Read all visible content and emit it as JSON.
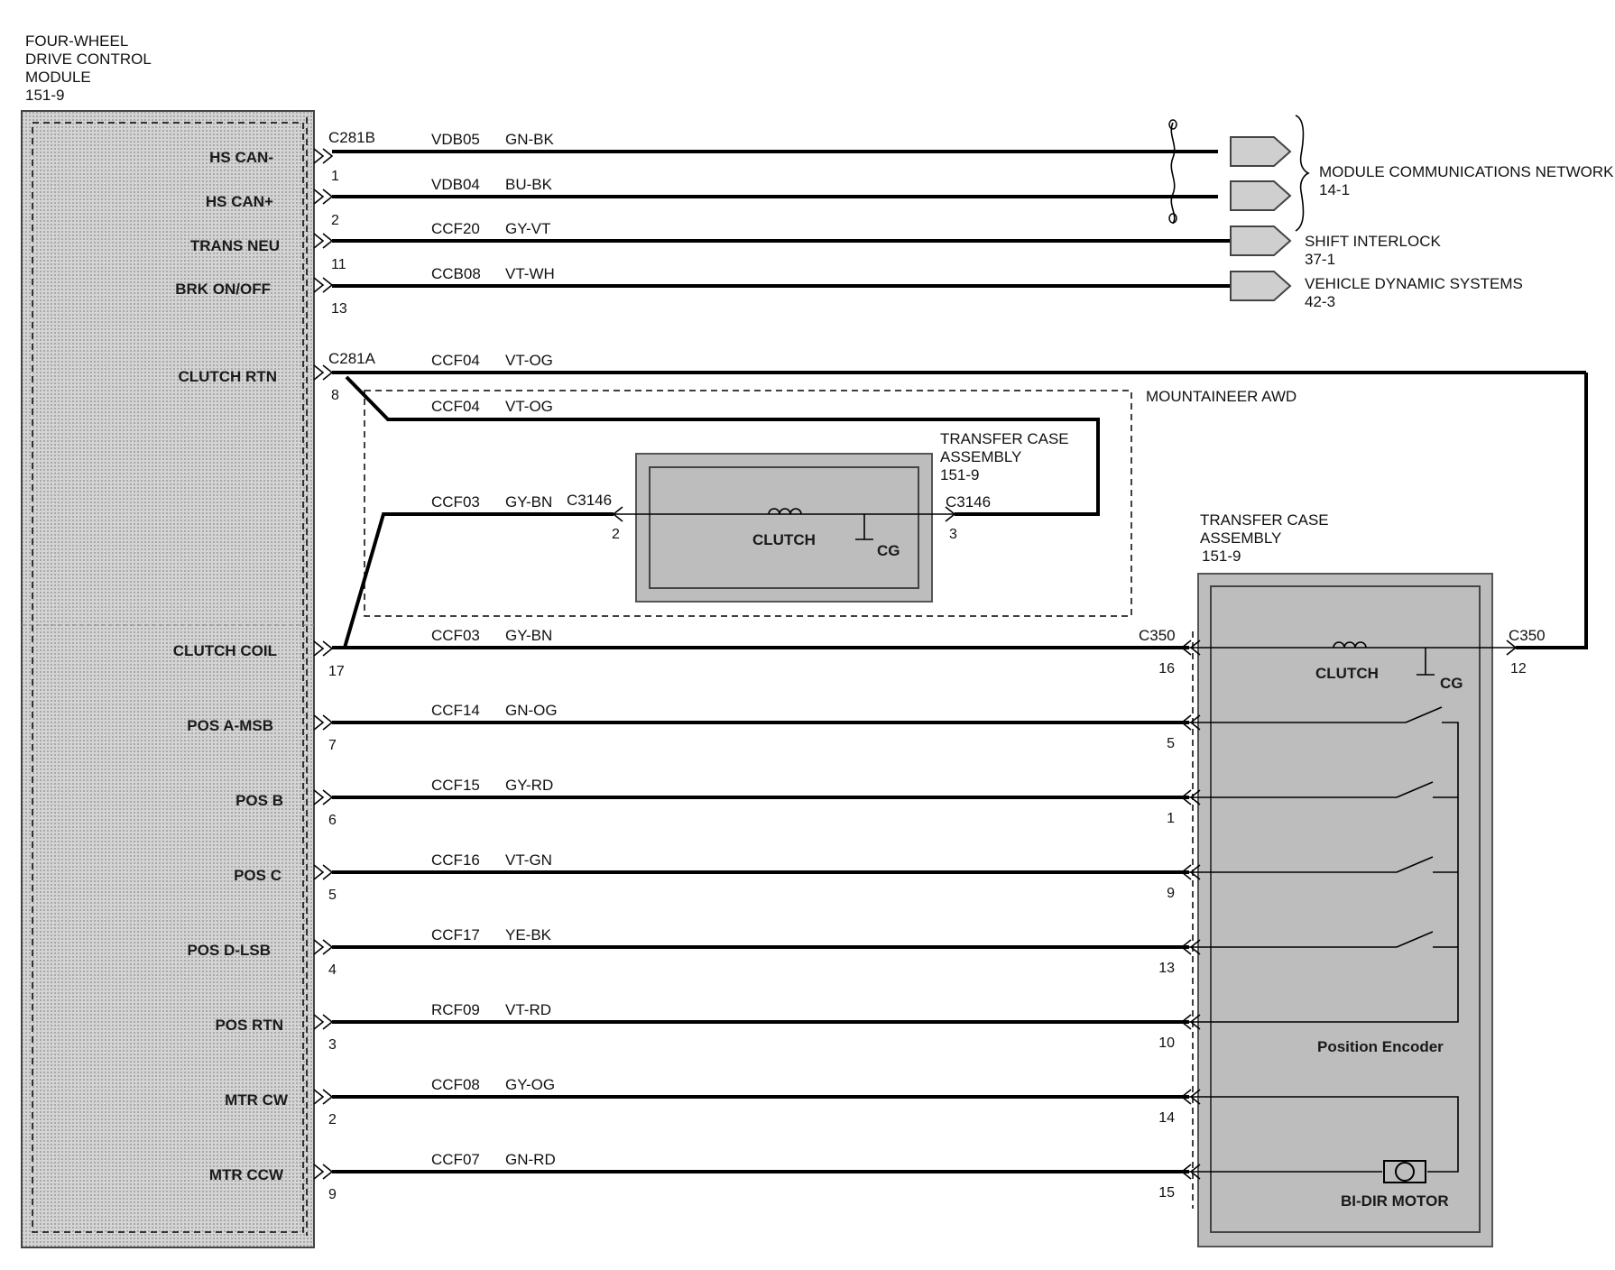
{
  "module": {
    "title_lines": [
      "FOUR-WHEEL",
      "DRIVE CONTROL",
      "MODULE",
      "151-9"
    ],
    "pins": [
      {
        "label": "HS CAN-",
        "pin": "1"
      },
      {
        "label": "HS CAN+",
        "pin": "2"
      },
      {
        "label": "TRANS NEU",
        "pin": "11"
      },
      {
        "label": "BRK ON/OFF",
        "pin": "13"
      },
      {
        "label": "CLUTCH RTN",
        "pin": "8"
      },
      {
        "label": "CLUTCH COIL",
        "pin": "17"
      },
      {
        "label": "POS A-MSB",
        "pin": "7"
      },
      {
        "label": "POS B",
        "pin": "6"
      },
      {
        "label": "POS C",
        "pin": "5"
      },
      {
        "label": "POS D-LSB",
        "pin": "4"
      },
      {
        "label": "POS RTN",
        "pin": "3"
      },
      {
        "label": "MTR CW",
        "pin": "2"
      },
      {
        "label": "MTR CCW",
        "pin": "9"
      }
    ]
  },
  "connectors": {
    "c281b": "C281B",
    "c281a": "C281A",
    "c3146_left": "C3146",
    "c3146_right": "C3146",
    "c350_left": "C350",
    "c350_right": "C350"
  },
  "wires": [
    {
      "circuit": "VDB05",
      "color": "GN-BK"
    },
    {
      "circuit": "VDB04",
      "color": "BU-BK"
    },
    {
      "circuit": "CCF20",
      "color": "GY-VT"
    },
    {
      "circuit": "CCB08",
      "color": "VT-WH"
    },
    {
      "circuit": "CCF04",
      "color": "VT-OG"
    },
    {
      "circuit": "CCF04",
      "color": "VT-OG"
    },
    {
      "circuit": "CCF03",
      "color": "GY-BN"
    },
    {
      "circuit": "CCF03",
      "color": "GY-BN"
    },
    {
      "circuit": "CCF14",
      "color": "GN-OG"
    },
    {
      "circuit": "CCF15",
      "color": "GY-RD"
    },
    {
      "circuit": "CCF16",
      "color": "VT-GN"
    },
    {
      "circuit": "CCF17",
      "color": "YE-BK"
    },
    {
      "circuit": "RCF09",
      "color": "VT-RD"
    },
    {
      "circuit": "CCF08",
      "color": "GY-OG"
    },
    {
      "circuit": "CCF07",
      "color": "GN-RD"
    }
  ],
  "destinations": {
    "network": {
      "name": "MODULE COMMUNICATIONS NETWORK",
      "ref": "14-1"
    },
    "shift": {
      "name": "SHIFT INTERLOCK",
      "ref": "37-1"
    },
    "vds": {
      "name": "VEHICLE DYNAMIC SYSTEMS",
      "ref": "42-3"
    }
  },
  "awd_box": {
    "label": "MOUNTAINEER AWD",
    "assembly_lines": [
      "TRANSFER CASE",
      "ASSEMBLY",
      "151-9"
    ],
    "clutch": "CLUTCH",
    "cg": "CG",
    "pin_left": "2",
    "pin_right": "3"
  },
  "transfer_case": {
    "assembly_lines": [
      "TRANSFER  CASE",
      "ASSEMBLY",
      "151-9"
    ],
    "clutch": "CLUTCH",
    "cg": "CG",
    "encoder": "Position Encoder",
    "motor": "BI-DIR MOTOR",
    "c350_pins": [
      "16",
      "5",
      "1",
      "9",
      "13",
      "10",
      "14",
      "15"
    ],
    "c350_right_pin": "12"
  }
}
